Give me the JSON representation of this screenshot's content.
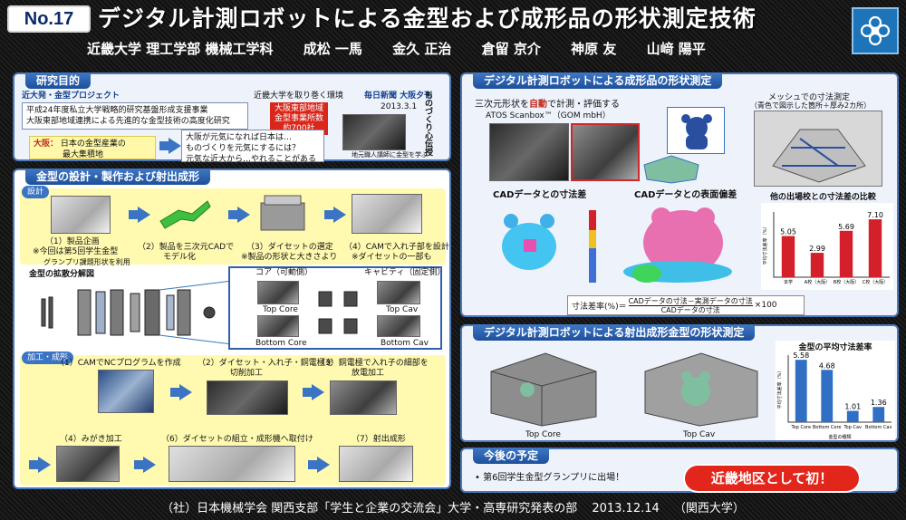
{
  "header": {
    "badge": "No.17",
    "title": "デジタル計測ロボットによる金型および成形品の形状測定技術",
    "affiliation": "近畿大学 理工学部 機械工学科",
    "authors": [
      "成松 一馬",
      "金久 正治",
      "倉留 京介",
      "神原 友",
      "山﨑 陽平"
    ],
    "logo_icon": "kindai-flower-icon"
  },
  "purpose": {
    "title": "研究目的",
    "project": "近大発・金型プロジェクト",
    "line1": "平成24年度私立大学戦略的研究基盤形成支援事業",
    "line2": "大阪東部地域連携による先進的な金型技術の高度化研究",
    "env_label": "近畿大学を取り巻く環境",
    "env_red": [
      "大阪東部地域",
      "金型事業所数",
      "約700社"
    ],
    "osaka_label": "大阪：",
    "osaka_text": [
      "日本の金型産業の",
      "最大集積地"
    ],
    "question": [
      "大阪が元気になれば日本は…",
      "ものづくりを元気にするには？",
      "元気な近大から…やれることがある"
    ],
    "news_title": "毎日新聞 大阪夕刊",
    "news_date": "2013.3.1",
    "news_vertical": "ものづくり心伝授",
    "news_caption": "地元職人講師に金型を学ぶ"
  },
  "design": {
    "title": "金型の設計・製作および射出成形",
    "tag_design": "設計",
    "steps": [
      {
        "label": "（1）製品企画",
        "note": [
          "※今回は第5回学生金型",
          "グランプリ課題形状を利用"
        ]
      },
      {
        "label": "（2）製品を三次元CADで",
        "note": [
          "モデル化"
        ]
      },
      {
        "label": "（3）ダイセットの選定",
        "note": [
          "※製品の形状と大きさより"
        ]
      },
      {
        "label": "（4）CAMで入れ子部を設計",
        "note": [
          "※ダイセットの一部も"
        ]
      }
    ],
    "exploded_label": "金型の拡散分解図",
    "core_label": "コア（可動側）",
    "cavity_label": "キャビティ（固定側）",
    "core_top": "Top Core",
    "core_bottom": "Bottom Core",
    "cav_top": "Top Cav",
    "cav_bottom": "Bottom Cav",
    "tag_machining": "加工・成形",
    "mach_steps": [
      "（1）CAMでNCプログラムを作成",
      "（2）ダイセット・入れ子・銅電極を",
      "（3）銅電極で入れ子の細部を",
      "（4）みがき加工",
      "（6）ダイセットの組立・成形機へ取付け",
      "（7）射出成形"
    ],
    "mach_sub": [
      "切削加工",
      "放電加工"
    ]
  },
  "robot": {
    "title": "デジタル計測ロボットによる成形品の形状測定",
    "auto_text_1": "三次元形状を",
    "auto_text_hl": "自動",
    "auto_text_2": "で計測・評価する",
    "atos": "ATOS Scanbox™（GOM mbH）",
    "mesh_title": "メッシュでの寸法測定",
    "mesh_sub": "（青色で図示した箇所＋厚み2カ所）",
    "cad_diff": "CADデータとの寸法差",
    "cad_surface": "CADデータとの表面偏差",
    "comparison_title": "他の出場校との寸法差の比較",
    "formula_prefix": "寸法差率(%)＝",
    "formula_num": "CADデータの寸法－実測データの寸法",
    "formula_den": "CADデータの寸法",
    "formula_suffix": "×100"
  },
  "mold": {
    "title": "デジタル計測ロボットによる射出成形金型の形状測定",
    "top_core": "Top Core",
    "top_cav": "Top Cav"
  },
  "future": {
    "title": "今後の予定",
    "item": "第6回学生金型グランプリに出場！",
    "badge": "近畿地区として初！"
  },
  "footer": {
    "org": "（社）日本機械学会 関西支部「学生と企業の交流会」大学・高専研究発表の部",
    "date": "2013.12.14",
    "venue": "（関西大学）"
  },
  "chart_data": [
    {
      "type": "bar",
      "title": "他の出場校との寸法差の比較",
      "categories": [
        "本学",
        "A校（大阪）",
        "B校（大阪）",
        "C校（大阪）"
      ],
      "values": [
        5.05,
        2.99,
        5.69,
        7.1
      ],
      "ylabel": "平均寸法差率（%）",
      "ylim": [
        0,
        8
      ],
      "color": "#d4202a"
    },
    {
      "type": "bar",
      "title": "金型の平均寸法差率",
      "categories": [
        "Top Core",
        "Bottom Core",
        "Top Cav",
        "Bottom Cav"
      ],
      "values": [
        5.58,
        4.68,
        1.01,
        1.36
      ],
      "ylabel": "平均寸法差率（%）",
      "xlabel": "金型の種類",
      "ylim": [
        0,
        6
      ],
      "color": "#2f6fc4"
    }
  ]
}
